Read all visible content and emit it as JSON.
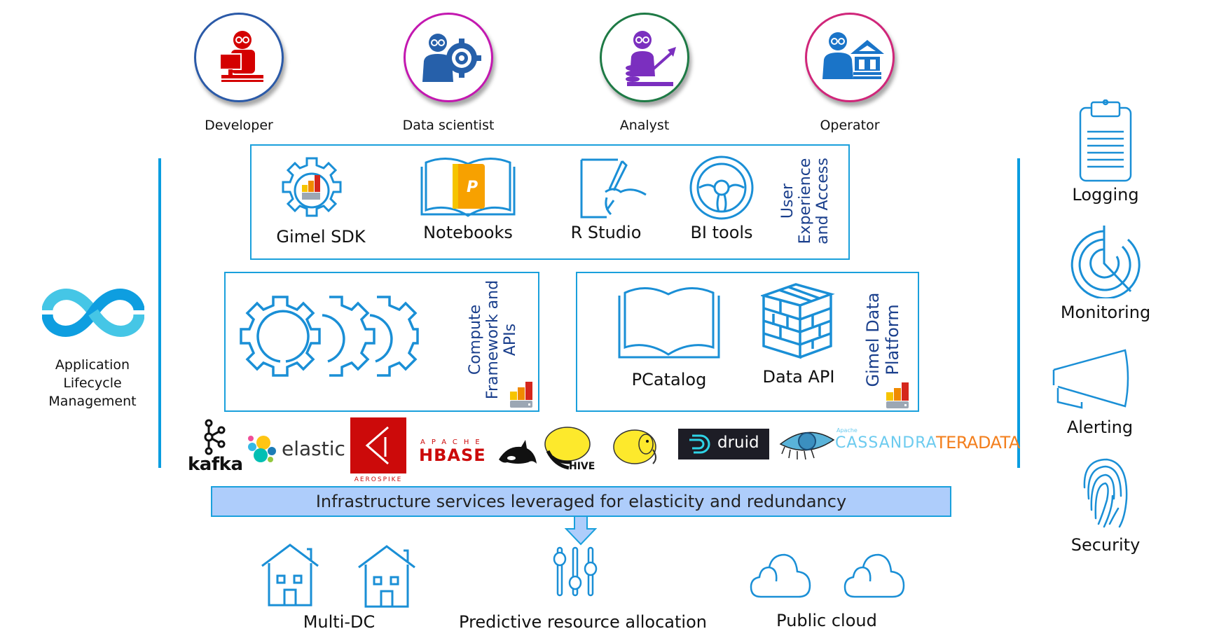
{
  "personas": [
    {
      "label": "Developer",
      "icon": "developer-icon",
      "ring_color": "#2b5aa8",
      "icon_color": "#d40000"
    },
    {
      "label": "Data scientist",
      "icon": "data-scientist-icon",
      "ring_color": "#c318b0",
      "icon_color": "#2660aa"
    },
    {
      "label": "Analyst",
      "icon": "analyst-icon",
      "ring_color": "#1e7a45",
      "icon_color": "#7b2fbf"
    },
    {
      "label": "Operator",
      "icon": "operator-icon",
      "ring_color": "#d0267a",
      "icon_color": "#1a74c8"
    }
  ],
  "user_experience": {
    "title_lines": [
      "User",
      "Experience",
      "and Access"
    ],
    "tools": [
      {
        "label": "Gimel SDK",
        "icon": "gear-chart-icon"
      },
      {
        "label": "Notebooks",
        "icon": "notebook-icon"
      },
      {
        "label": "R Studio",
        "icon": "writing-hand-icon"
      },
      {
        "label": "BI tools",
        "icon": "steering-wheel-icon"
      }
    ]
  },
  "compute": {
    "title_lines": [
      "Compute",
      "Framework and",
      "APIs"
    ],
    "icon": "gears-icon"
  },
  "data_platform": {
    "title_lines": [
      "Gimel Data",
      "Platform"
    ],
    "items": [
      {
        "label": "PCatalog",
        "icon": "open-book-icon"
      },
      {
        "label": "Data API",
        "icon": "brick-stack-icon"
      }
    ]
  },
  "left": {
    "label_lines": [
      "Application",
      "Lifecycle",
      "Management"
    ],
    "icon": "infinity-icon"
  },
  "right": {
    "items": [
      {
        "label": "Logging",
        "icon": "clipboard-icon"
      },
      {
        "label": "Monitoring",
        "icon": "radar-icon"
      },
      {
        "label": "Alerting",
        "icon": "megaphone-icon"
      },
      {
        "label": "Security",
        "icon": "fingerprint-icon"
      }
    ]
  },
  "logos": {
    "kafka": "kafka",
    "elastic": "elastic",
    "aerospike": "AEROSPIKE",
    "hbase_top": "APACHE",
    "hbase": "HBASE",
    "hive": "HIVE",
    "druid": "druid",
    "cassandra_top": "Apache",
    "cassandra": "CASSANDRA",
    "teradata": "TERADATA"
  },
  "infrastructure": {
    "label": "Infrastructure services leveraged for elasticity and redundancy"
  },
  "bottom": {
    "items": [
      {
        "label": "Multi-DC",
        "icon": "house-icon"
      },
      {
        "label": "Predictive resource allocation",
        "icon": "sliders-icon"
      },
      {
        "label": "Public cloud",
        "icon": "cloud-icon"
      }
    ]
  },
  "colors": {
    "accent": "#1aa0dc",
    "title_blue": "#1a3f8c",
    "infra_fill": "#aecdfb"
  }
}
